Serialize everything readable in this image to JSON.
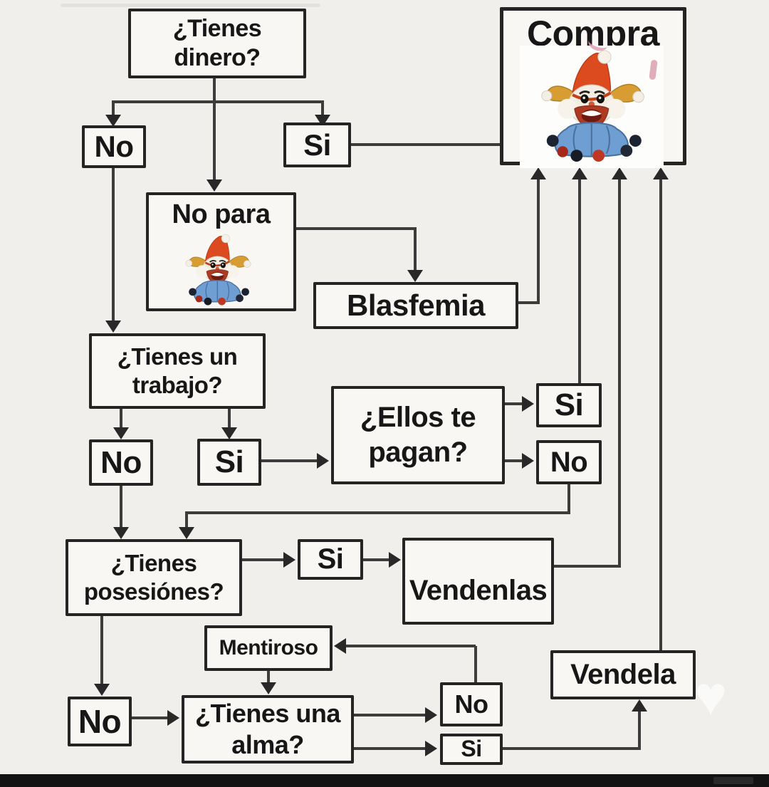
{
  "meta": {
    "type": "meme-flowchart",
    "language": "es",
    "topic": "Flowchart meme about buying a jester plush"
  },
  "palette": {
    "background": "#f1efec",
    "line": "#3c3c3c",
    "box_border": "#242424",
    "box_fill": "#f8f7f4",
    "text": "#171717",
    "bottom_bar": "#131313",
    "jester_hat": "#dc4a1f",
    "jester_horns": "#d79d33",
    "jester_body": "#6e9ed2",
    "jester_beard": "#ad3a22"
  },
  "icons": {
    "jester": "jester-plush",
    "heart_watermark": "♥"
  },
  "nodes": {
    "dinero": {
      "label": "¿Tienes\ndinero?"
    },
    "no_top": {
      "label": "No"
    },
    "si_top": {
      "label": "Si"
    },
    "compra": {
      "label": "Compra"
    },
    "no_para": {
      "label": "No para"
    },
    "blasfemia": {
      "label": "Blasfemia"
    },
    "trabajo": {
      "label": "¿Tienes un\ntrabajo?"
    },
    "no_trabajo": {
      "label": "No"
    },
    "si_trabajo": {
      "label": "Si"
    },
    "pagan": {
      "label": "¿Ellos te\npagan?"
    },
    "si_pagan": {
      "label": "Si"
    },
    "no_pagan": {
      "label": "No"
    },
    "posesiones": {
      "label": "¿Tienes\nposesiónes?"
    },
    "si_posesiones": {
      "label": "Si"
    },
    "vendenlas": {
      "label": "Vendenlas"
    },
    "mentiroso": {
      "label": "Mentiroso"
    },
    "no_bottom": {
      "label": "No"
    },
    "alma": {
      "label": "¿Tienes una\nalma?"
    },
    "no_alma": {
      "label": "No"
    },
    "si_alma": {
      "label": "Si"
    },
    "vendela": {
      "label": "Vendela"
    }
  },
  "edges": [
    "dinero->no_top",
    "dinero->si_top",
    "dinero->no_para",
    "si_top->compra",
    "no_para->blasfemia",
    "blasfemia->compra",
    "no_top->trabajo",
    "trabajo->no_trabajo",
    "trabajo->si_trabajo",
    "si_trabajo->pagan",
    "pagan->si_pagan",
    "pagan->no_pagan",
    "si_pagan->compra",
    "no_pagan->posesiones",
    "no_trabajo->posesiones",
    "posesiones->si_posesiones",
    "si_posesiones->vendenlas",
    "vendenlas->compra",
    "posesiones->no_bottom",
    "no_bottom->alma",
    "mentiroso->alma",
    "alma->no_alma",
    "no_alma->mentiroso",
    "alma->si_alma",
    "si_alma->vendela",
    "vendela->compra"
  ]
}
